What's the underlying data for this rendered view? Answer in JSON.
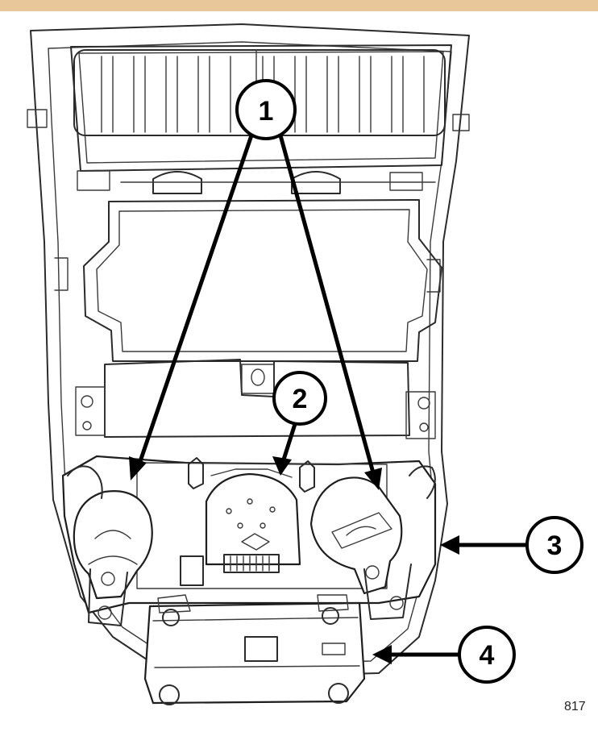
{
  "figure_id": "817",
  "colors": {
    "top_band": "#e8c79a",
    "line": "#2b2b2b",
    "callout": "#000000"
  },
  "callouts": [
    {
      "label": "1"
    },
    {
      "label": "2"
    },
    {
      "label": "3"
    },
    {
      "label": "4"
    }
  ]
}
